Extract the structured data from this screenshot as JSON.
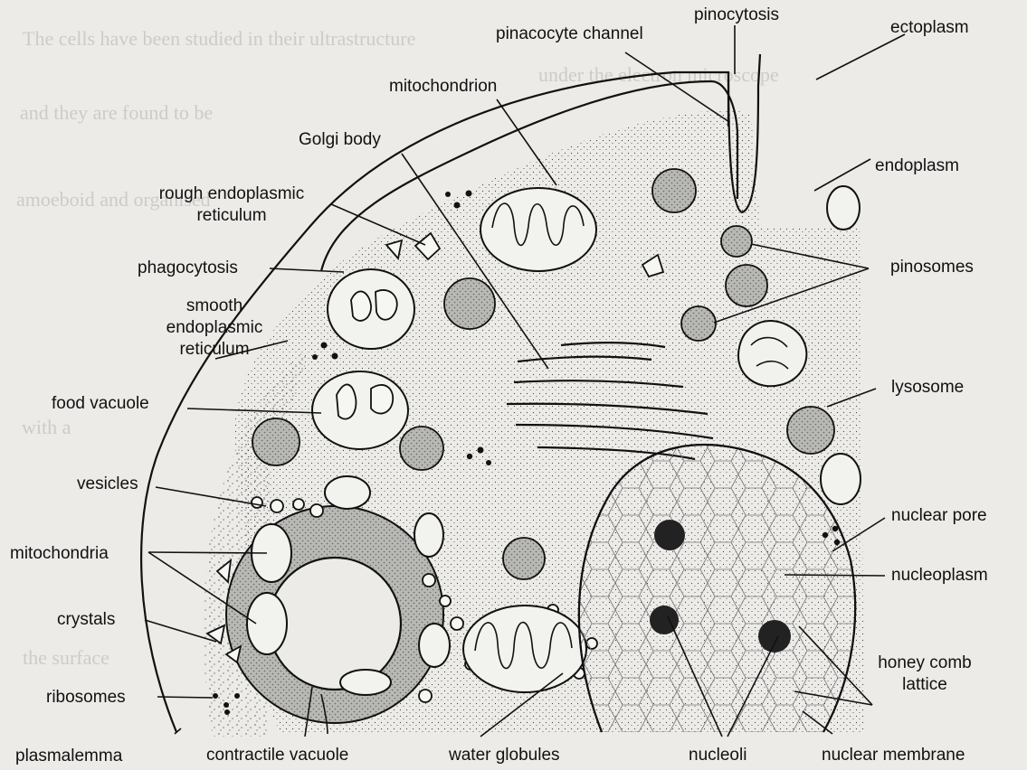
{
  "labels": {
    "pinocytosis": "pinocytosis",
    "ectoplasm": "ectoplasm",
    "pinacocyte_channel": "pinacocyte channel",
    "mitochondrion": "mitochondrion",
    "golgi_body": "Golgi body",
    "rough_er_1": "rough endoplasmic",
    "rough_er_2": "reticulum",
    "endoplasm": "endoplasm",
    "phagocytosis": "phagocytosis",
    "pinosomes": "pinosomes",
    "smooth_er_1": "smooth",
    "smooth_er_2": "endoplasmic",
    "smooth_er_3": "reticulum",
    "lysosome": "lysosome",
    "food_vacuole": "food vacuole",
    "vesicles": "vesicles",
    "nuclear_pore": "nuclear pore",
    "mitochondria": "mitochondria",
    "nucleoplasm": "nucleoplasm",
    "crystals": "crystals",
    "honey_comb_1": "honey comb",
    "honey_comb_2": "lattice",
    "ribosomes": "ribosomes",
    "plasmalemma": "plasmalemma",
    "contractile_vacuole": "contractile vacuole",
    "water_globules": "water globules",
    "nucleoli": "nucleoli",
    "nuclear_membrane": "nuclear membrane"
  }
}
